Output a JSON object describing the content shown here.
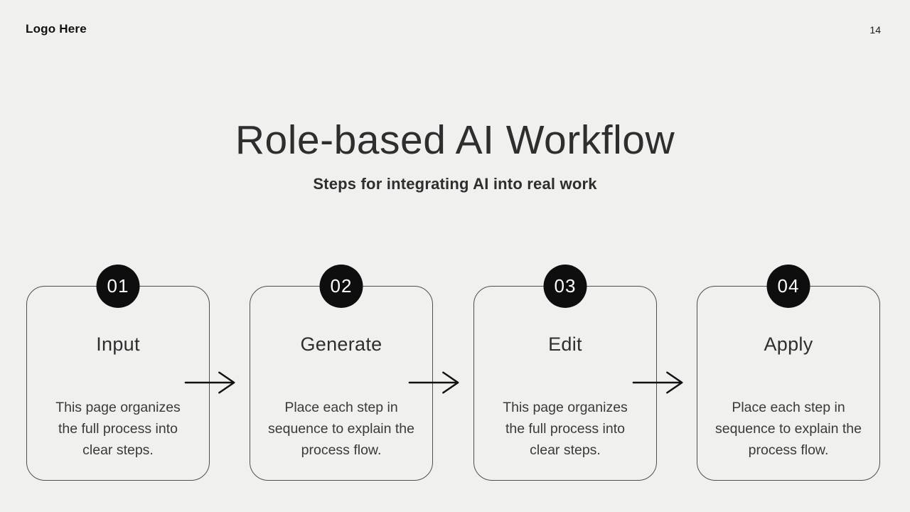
{
  "header": {
    "logo": "Logo Here",
    "page_number": "14"
  },
  "title": "Role-based AI Workflow",
  "subtitle": "Steps for integrating AI into real work",
  "steps": [
    {
      "number": "01",
      "title": "Input",
      "description": "This page organizes the full process into clear steps."
    },
    {
      "number": "02",
      "title": "Generate",
      "description": "Place each step in sequence to explain the process flow."
    },
    {
      "number": "03",
      "title": "Edit",
      "description": "This page organizes the full process into clear steps."
    },
    {
      "number": "04",
      "title": "Apply",
      "description": "Place each step in sequence to explain the process flow."
    }
  ],
  "colors": {
    "background": "#f0f0ee",
    "text": "#2e2e2e",
    "body_text": "#3a3a3a",
    "badge": "#0e0e0e",
    "badge_text": "#ffffff",
    "card_border": "#4f4f4f",
    "arrow": "#111111"
  }
}
